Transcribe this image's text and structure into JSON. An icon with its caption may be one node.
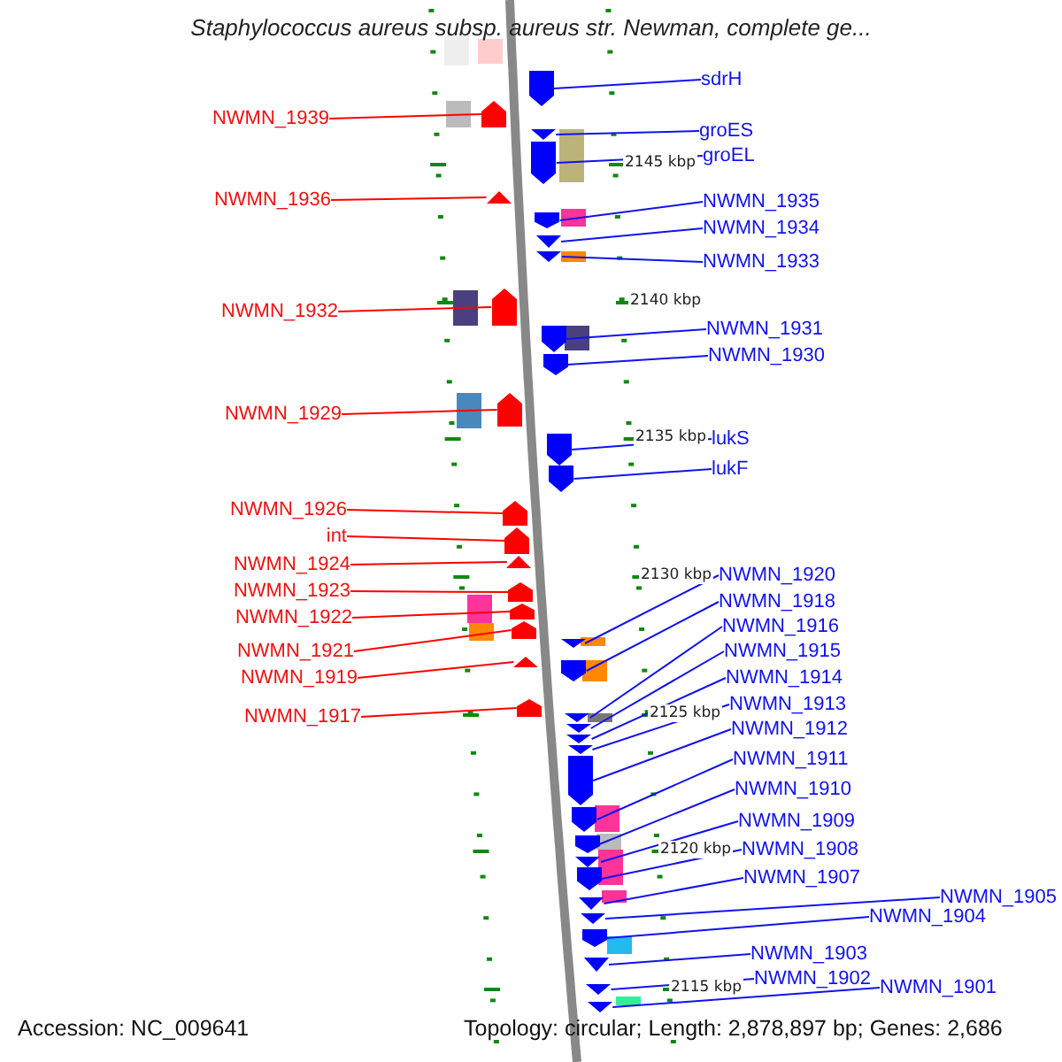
{
  "diagram": {
    "title": "Staphylococcus aureus subsp. aureus str. Newman, complete ge...",
    "nodes": [
      {
        "text": [
          "NWMN_1939"
        ]
      },
      {
        "text": [],
        "shape": "arrow"
      },
      {
        "text": [
          "NWMN_1936"
        ]
      },
      {
        "text": [],
        "shape": "arrow"
      },
      {
        "text": [
          "NWMN_1932"
        ]
      },
      {
        "text": [],
        "shape": "arrow"
      },
      {
        "text": [
          "NWMN_1929"
        ]
      },
      {
        "text": [],
        "shape": "arrow"
      },
      {
        "text": [
          "NWMN_1926"
        ]
      },
      {
        "text": [],
        "shape": "arrow"
      },
      {
        "text": [
          "int"
        ]
      },
      {
        "text": [],
        "shape": "arrow"
      },
      {
        "text": [
          "NWMN_1924"
        ]
      },
      {
        "text": [],
        "shape": "arrow"
      },
      {
        "text": [
          "NWMN_1923"
        ]
      },
      {
        "text": [],
        "shape": "arrow"
      },
      {
        "text": [
          "NWMN_1922"
        ]
      },
      {
        "text": [],
        "shape": "arrow"
      },
      {
        "text": [
          "NWMN_1921"
        ]
      },
      {
        "text": [],
        "shape": "arrow"
      },
      {
        "text": [
          "NWMN_1919"
        ]
      },
      {
        "text": [],
        "shape": "arrow"
      },
      {
        "text": [
          "NWMN_1917"
        ]
      },
      {
        "text": [],
        "shape": "arrow"
      },
      {
        "text": [
          "sdrH"
        ]
      },
      {
        "text": [],
        "shape": "arrow"
      },
      {
        "text": [
          "groES"
        ]
      },
      {
        "text": [],
        "shape": "arrow"
      },
      {
        "text": [
          "groEL"
        ]
      },
      {
        "text": [],
        "shape": "arrow"
      },
      {
        "text": [
          "NWMN_1935"
        ]
      },
      {
        "text": [],
        "shape": "arrow"
      },
      {
        "text": [
          "NWMN_1934"
        ]
      },
      {
        "text": [],
        "shape": "arrow"
      },
      {
        "text": [
          "NWMN_1933"
        ]
      },
      {
        "text": [],
        "shape": "arrow"
      },
      {
        "text": [
          "NWMN_1931"
        ]
      },
      {
        "text": [],
        "shape": "arrow"
      },
      {
        "text": [
          "NWMN_1930"
        ]
      },
      {
        "text": [],
        "shape": "arrow"
      },
      {
        "text": [
          "lukS"
        ]
      },
      {
        "text": [],
        "shape": "arrow"
      },
      {
        "text": [
          "lukF"
        ]
      },
      {
        "text": [],
        "shape": "arrow"
      },
      {
        "text": [
          "NWMN_1920"
        ]
      },
      {
        "text": [],
        "shape": "arrow"
      },
      {
        "text": [
          "NWMN_1918"
        ]
      },
      {
        "text": [],
        "shape": "arrow"
      },
      {
        "text": [
          "NWMN_1916"
        ]
      },
      {
        "text": [],
        "shape": "arrow"
      },
      {
        "text": [
          "NWMN_1915"
        ]
      },
      {
        "text": [],
        "shape": "arrow"
      },
      {
        "text": [
          "NWMN_1914"
        ]
      },
      {
        "text": [],
        "shape": "arrow"
      },
      {
        "text": [
          "NWMN_1913"
        ]
      },
      {
        "text": [],
        "shape": "arrow"
      },
      {
        "text": [
          "NWMN_1912"
        ]
      },
      {
        "text": [],
        "shape": "arrow"
      },
      {
        "text": [
          "NWMN_1911"
        ]
      },
      {
        "text": [],
        "shape": "arrow"
      },
      {
        "text": [
          "NWMN_1910"
        ]
      },
      {
        "text": [],
        "shape": "arrow"
      },
      {
        "text": [
          "NWMN_1909"
        ]
      },
      {
        "text": [],
        "shape": "arrow"
      },
      {
        "text": [
          "NWMN_1908"
        ]
      },
      {
        "text": [],
        "shape": "arrow"
      },
      {
        "text": [
          "NWMN_1907"
        ]
      },
      {
        "text": [],
        "shape": "arrow"
      },
      {
        "text": [
          "NWMN_1905"
        ]
      },
      {
        "text": [],
        "shape": "arrow"
      },
      {
        "text": [
          "NWMN_1904"
        ]
      },
      {
        "text": [],
        "shape": "arrow"
      },
      {
        "text": [
          "NWMN_1903"
        ]
      },
      {
        "text": [],
        "shape": "arrow"
      },
      {
        "text": [
          "NWMN_1902"
        ]
      },
      {
        "text": [],
        "shape": "arrow"
      },
      {
        "text": [
          "NWMN_1901"
        ]
      },
      {
        "text": [],
        "shape": "arrow"
      }
    ],
    "edges": [
      {
        "from": 0,
        "to": 1,
        "arrow": "none",
        "color": "#ff0000"
      },
      {
        "from": 2,
        "to": 3,
        "arrow": "none",
        "color": "#ff0000"
      },
      {
        "from": 4,
        "to": 5,
        "arrow": "none",
        "color": "#ff0000"
      },
      {
        "from": 6,
        "to": 7,
        "arrow": "none",
        "color": "#ff0000"
      },
      {
        "from": 8,
        "to": 9,
        "arrow": "none",
        "color": "#ff0000"
      },
      {
        "from": 10,
        "to": 11,
        "arrow": "none",
        "color": "#ff0000"
      },
      {
        "from": 12,
        "to": 13,
        "arrow": "none",
        "color": "#ff0000"
      },
      {
        "from": 14,
        "to": 15,
        "arrow": "none",
        "color": "#ff0000"
      },
      {
        "from": 16,
        "to": 17,
        "arrow": "none",
        "color": "#ff0000"
      },
      {
        "from": 18,
        "to": 19,
        "arrow": "none",
        "color": "#ff0000"
      },
      {
        "from": 20,
        "to": 21,
        "arrow": "none",
        "color": "#ff0000"
      },
      {
        "from": 22,
        "to": 23,
        "arrow": "none",
        "color": "#ff0000"
      },
      {
        "from": 24,
        "to": 25,
        "arrow": "none"
      },
      {
        "from": 26,
        "to": 27,
        "arrow": "none"
      },
      {
        "from": 28,
        "to": 29,
        "arrow": "none"
      },
      {
        "from": 30,
        "to": 31,
        "arrow": "none"
      },
      {
        "from": 32,
        "to": 33,
        "arrow": "none"
      },
      {
        "from": 34,
        "to": 35,
        "arrow": "none"
      },
      {
        "from": 36,
        "to": 37,
        "arrow": "none"
      },
      {
        "from": 38,
        "to": 39,
        "arrow": "none"
      },
      {
        "from": 40,
        "to": 41,
        "arrow": "none"
      },
      {
        "from": 42,
        "to": 43,
        "arrow": "none"
      },
      {
        "from": 44,
        "to": 45,
        "arrow": "none"
      },
      {
        "from": 46,
        "to": 47,
        "arrow": "none"
      },
      {
        "from": 48,
        "to": 49,
        "arrow": "none"
      },
      {
        "from": 50,
        "to": 51,
        "arrow": "none"
      },
      {
        "from": 52,
        "to": 53,
        "arrow": "none"
      },
      {
        "from": 54,
        "to": 55,
        "arrow": "none"
      },
      {
        "from": 56,
        "to": 57,
        "arrow": "none"
      },
      {
        "from": 58,
        "to": 59,
        "arrow": "none"
      },
      {
        "from": 60,
        "to": 61,
        "arrow": "none"
      },
      {
        "from": 62,
        "to": 63,
        "arrow": "none"
      },
      {
        "from": 64,
        "to": 65,
        "arrow": "none"
      },
      {
        "from": 66,
        "to": 67,
        "arrow": "none"
      },
      {
        "from": 68,
        "to": 69,
        "arrow": "none"
      },
      {
        "from": 70,
        "to": 71,
        "arrow": "none"
      },
      {
        "from": 72,
        "to": 73,
        "arrow": "none"
      },
      {
        "from": 74,
        "to": 75,
        "arrow": "none"
      },
      {
        "from": 76,
        "to": 77,
        "arrow": "none"
      }
    ],
    "labels": [
      "2145 kbp",
      "2140 kbp",
      "2135 kbp",
      "2130 kbp",
      "2125 kbp",
      "2120 kbp",
      "2115 kbp",
      "Accession: NC_009641",
      "Topology: circular; Length: 2,878,897 bp; Genes: 2,686"
    ]
  }
}
